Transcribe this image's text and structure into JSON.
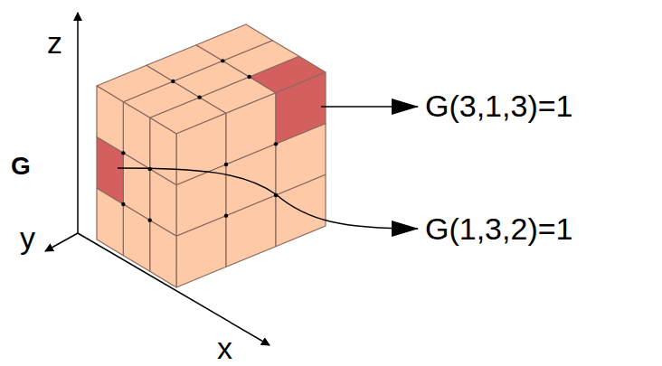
{
  "diagram": {
    "labels": [
      "z",
      "G",
      "y",
      "x",
      "G(3,1,3)=1",
      "G(1,3,2)=1"
    ]
  }
}
